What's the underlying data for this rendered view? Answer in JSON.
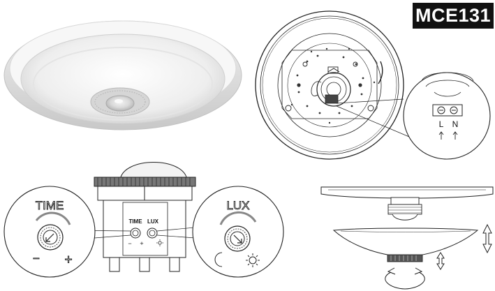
{
  "model": "MCE131",
  "terminals": {
    "left": "L",
    "right": "N"
  },
  "time_dial": {
    "title": "TIME",
    "minus": "−",
    "plus": "+"
  },
  "lux_dial": {
    "title": "LUX"
  },
  "sensor_panel": {
    "time_label": "TIME",
    "lux_label": "LUX",
    "minus": "−",
    "plus": "+"
  },
  "icons": [
    "moon-icon",
    "sun-icon",
    "up-arrow-icon",
    "double-arrow-icon",
    "rotate-arrows-icon",
    "dial-arrow-icon"
  ]
}
